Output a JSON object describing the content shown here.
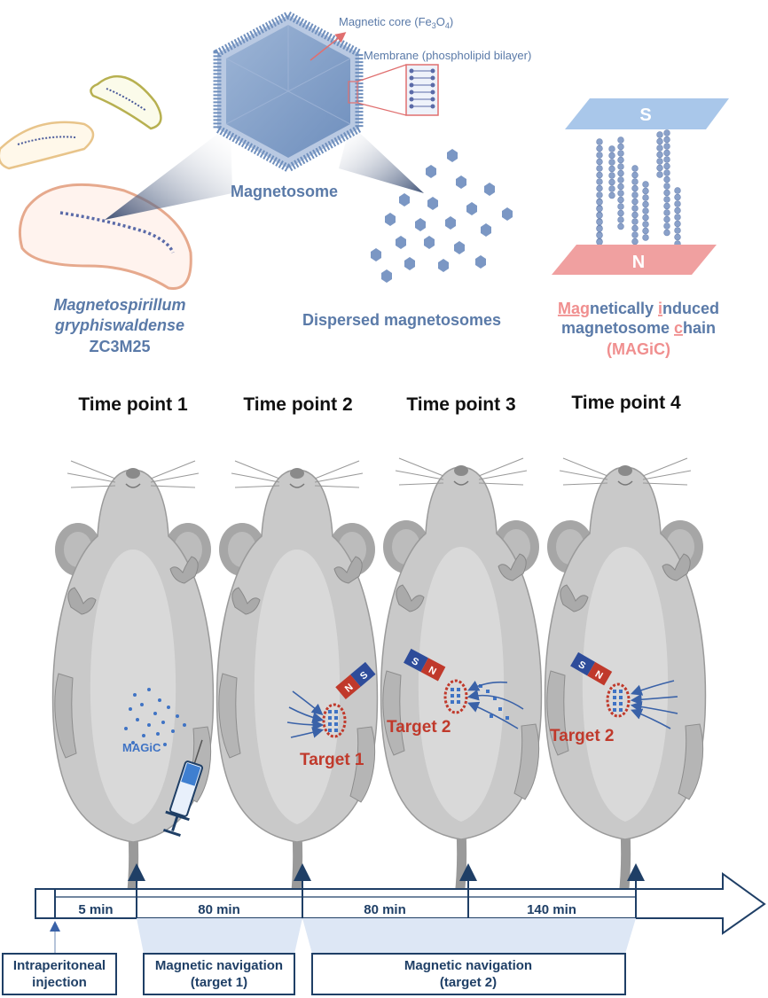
{
  "top": {
    "core_label": "Magnetic core (Fe",
    "core_sub3": "3",
    "core_o": "O",
    "core_sub4": "4",
    "core_close": ")",
    "membrane_label": "Membrane (phospholipid bilayer)",
    "magnetosome_label": "Magnetosome",
    "species_line1": "Magnetospirillum",
    "species_line2": "gryphiswaldense",
    "strain": "ZC3M25",
    "dispersed_label": "Dispersed magnetosomes",
    "pole_s": "S",
    "pole_n": "N",
    "magic_line1_a": "Mag",
    "magic_line1_b": "netically ",
    "magic_line1_c": "i",
    "magic_line1_d": "nduced",
    "magic_line2_a": "magnetosome ",
    "magic_line2_b": "c",
    "magic_line2_c": "hain",
    "magic_line3": "(MAGiC)"
  },
  "timepoints": [
    "Time point 1",
    "Time point 2",
    "Time point 3",
    "Time point 4"
  ],
  "mice": {
    "magic_tag": "MAGiC",
    "target1": "Target 1",
    "target2a": "Target 2",
    "target2b": "Target 2",
    "magnet_s": "S",
    "magnet_n": "N"
  },
  "timeline": {
    "seg1": "5 min",
    "seg2": "80 min",
    "seg3": "80 min",
    "seg4": "140 min",
    "box1_line1": "Intraperitoneal",
    "box1_line2": "injection",
    "box2_line1": "Magnetic navigation",
    "box2_line2": "(target 1)",
    "box3_line1": "Magnetic navigation",
    "box3_line2": "(target 2)"
  },
  "colors": {
    "blue_text": "#5a7aa8",
    "red_text": "#c0392b",
    "pink": "#f08f8f",
    "navy": "#1f3f66"
  }
}
